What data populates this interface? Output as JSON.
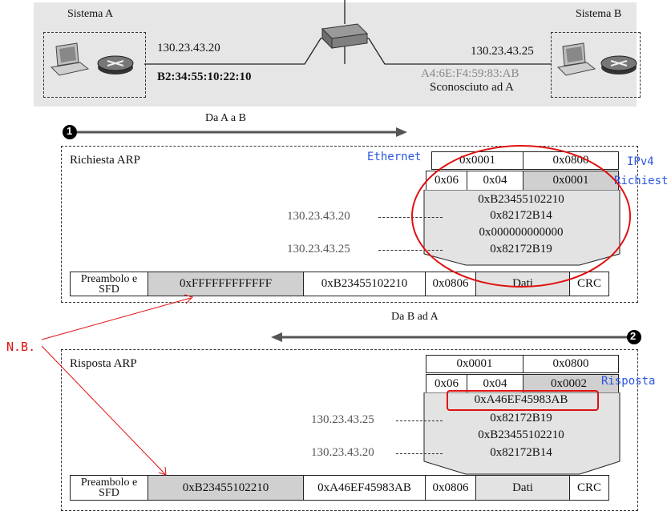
{
  "network": {
    "system_a_label": "Sistema A",
    "system_b_label": "Sistema B",
    "ip_a": "130.23.43.20",
    "mac_a": "B2:34:55:10:22:10",
    "ip_b": "130.23.43.25",
    "mac_b": "A4:6E:F4:59:83:AB",
    "unknown_note": "Sconosciuto ad A"
  },
  "request": {
    "step_number": "1",
    "direction": "Da A a B",
    "title": "Richiesta ARP",
    "hw_type": "0x0001",
    "proto_type": "0x0800",
    "hlen": "0x06",
    "plen": "0x04",
    "op": "0x0001",
    "sender_mac": "0xB23455102210",
    "sender_ip": "0x82172B14",
    "target_mac": "0x000000000000",
    "target_ip": "0x82172B19",
    "sender_ip_label": "130.23.43.20",
    "target_ip_label": "130.23.43.25",
    "frame": {
      "preamble": "Preambolo e SFD",
      "dest": "0xFFFFFFFFFFFF",
      "src": "0xB23455102210",
      "type": "0x0806",
      "data": "Dati",
      "crc": "CRC"
    },
    "annotations": {
      "ethernet": "Ethernet",
      "ipv4": "IPv4",
      "richiesta": "Richiest"
    }
  },
  "reply": {
    "step_number": "2",
    "direction": "Da B ad A",
    "title": "Risposta ARP",
    "hw_type": "0x0001",
    "proto_type": "0x0800",
    "hlen": "0x06",
    "plen": "0x04",
    "op": "0x0002",
    "sender_mac": "0xA46EF45983AB",
    "sender_ip": "0x82172B19",
    "target_mac": "0xB23455102210",
    "target_ip": "0x82172B14",
    "sender_ip_label": "130.23.43.25",
    "target_ip_label": "130.23.43.20",
    "frame": {
      "preamble": "Preambolo e SFD",
      "dest": "0xB23455102210",
      "src": "0xA46EF45983AB",
      "type": "0x0806",
      "data": "Dati",
      "crc": "CRC"
    },
    "annotations": {
      "risposta": "Risposta"
    }
  },
  "nb_note": "N.B."
}
